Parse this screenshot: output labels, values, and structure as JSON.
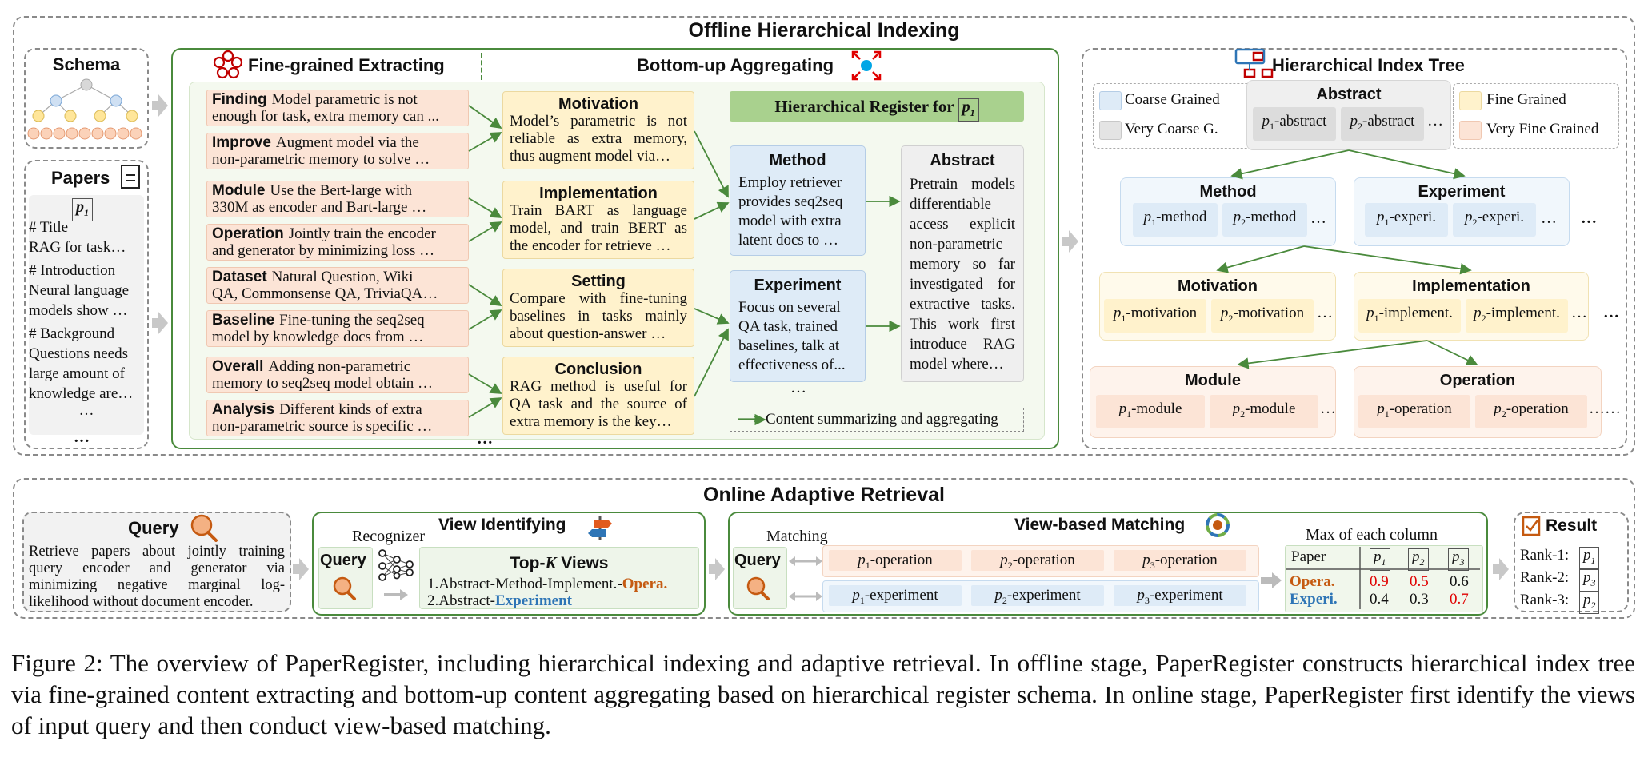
{
  "colors": {
    "green_border": "#4a8a3c",
    "pink": "#fce4d6",
    "yellow": "#fff2cc",
    "blue": "#deebf7",
    "gray": "#efefef",
    "opera": "#c55a11",
    "experi": "#2e75b6",
    "red": "#e00000"
  },
  "offline": {
    "title": "Offline Hierarchical Indexing",
    "schema_title": "Schema",
    "papers": {
      "title": "Papers",
      "paper_label": "p",
      "paper_sub": "1",
      "lines": [
        "# Title",
        "RAG for task…",
        "# Introduction",
        "Neural language",
        "models show …",
        "# Background",
        "Questions needs",
        "large amount of",
        "knowledge are…",
        "…"
      ],
      "dots": "…"
    },
    "extract": {
      "title": "Fine-grained Extracting",
      "rows": [
        {
          "label": "Finding",
          "text": "Model parametric is not",
          "text2": "enough for task, extra memory can ..."
        },
        {
          "label": "Improve",
          "text": "Augment model via the",
          "text2": "non-parametric memory to solve …"
        },
        {
          "label": "Module",
          "text": "Use the Bert-large with",
          "text2": "330M as encoder and Bart-large …"
        },
        {
          "label": "Operation",
          "text": "Jointly train the encoder",
          "text2": "and generator by minimizing loss …"
        },
        {
          "label": "Dataset",
          "text": "Natural Question, Wiki",
          "text2": "QA, Commonsense QA, TriviaQA…"
        },
        {
          "label": "Baseline",
          "text": "Fine-tuning the seq2seq",
          "text2": "model by knowledge docs from …"
        },
        {
          "label": "Overall",
          "text": "Adding non-parametric",
          "text2": "memory to seq2seq model obtain …"
        },
        {
          "label": "Analysis",
          "text": "Different kinds of extra",
          "text2": "non-parametric source is specific …"
        }
      ],
      "dots": "…"
    },
    "aggregate": {
      "title": "Bottom-up Aggregating",
      "mid": [
        {
          "title": "Motivation",
          "text": "Model’s parametric is not reliable as extra memory, thus augment model via…"
        },
        {
          "title": "Implementation",
          "text": "Train BART as language model, and train BERT as the encoder for retrieve …"
        },
        {
          "title": "Setting",
          "text": "Compare with fine-tuning baselines in tasks mainly about question-answer …"
        },
        {
          "title": "Conclusion",
          "text": "RAG method is useful for QA task and the source of extra memory is the key…"
        }
      ],
      "register_title": "Hierarchical Register for",
      "method": {
        "title": "Method",
        "text": "Employ retriever provides seq2seq model with extra latent docs to …"
      },
      "experiment": {
        "title": "Experiment",
        "text": "Focus on several QA task, trained baselines, talk at effectiveness of..."
      },
      "abstract": {
        "title": "Abstract",
        "text": "Pretrain models differentiable access explicit non-parametric memory so far investigated for extractive tasks. This work first introduce RAG model where…"
      },
      "legend": "Content summarizing and aggregating",
      "dots": "…"
    },
    "tree": {
      "title": "Hierarchical Index Tree",
      "legend": [
        {
          "label": "Coarse Grained",
          "color": "#deebf7"
        },
        {
          "label": "Very Coarse G.",
          "color": "#e4e4e4"
        },
        {
          "label": "Fine Grained",
          "color": "#fff2cc"
        },
        {
          "label": "Very Fine Grained",
          "color": "#fce4d6"
        }
      ],
      "abstract": {
        "title": "Abstract",
        "chips": [
          "-abstract",
          "-abstract"
        ]
      },
      "method": {
        "title": "Method",
        "chips": [
          "-method",
          "-method"
        ]
      },
      "experiment": {
        "title": "Experiment",
        "chips": [
          "-experi.",
          "-experi."
        ]
      },
      "motivation": {
        "title": "Motivation",
        "chips": [
          "-motivation",
          "-motivation"
        ]
      },
      "implementation": {
        "title": "Implementation",
        "chips": [
          "-implement.",
          "-implement."
        ]
      },
      "module": {
        "title": "Module",
        "chips": [
          "-module",
          "-module"
        ]
      },
      "operation": {
        "title": "Operation",
        "chips": [
          "-operation",
          "-operation"
        ]
      },
      "dots": "…",
      "bigdots": "…",
      "longdots": "……"
    }
  },
  "online": {
    "title": "Online Adaptive Retrieval",
    "query": {
      "title": "Query",
      "text": "Retrieve papers about jointly training query encoder and generator via minimizing negative marginal log-likelihood without document encoder."
    },
    "view": {
      "title": "View Identifying",
      "recognizer": "Recognizer",
      "query_label": "Query",
      "topk_title_pre": "Top-",
      "topk_k": "K",
      "topk_title_post": " Views",
      "line1_pre": "1.Abstract-Method-Implement.-",
      "line1_hl": "Opera.",
      "line2_pre": "2.Abstract-",
      "line2_hl": "Experiment"
    },
    "matching": {
      "title": "View-based Matching",
      "matching_label": "Matching",
      "query_label": "Query",
      "row1": [
        "-operation",
        "-operation",
        "-operation"
      ],
      "row2": [
        "-experiment",
        "-experiment",
        "-experiment"
      ],
      "max_label": "Max of each column",
      "table": {
        "header": [
          "Paper",
          "1",
          "2",
          "3"
        ],
        "rows": [
          {
            "label": "Opera.",
            "values": [
              "0.9",
              "0.5",
              "0.6"
            ]
          },
          {
            "label": "Experi.",
            "values": [
              "0.4",
              "0.3",
              "0.7"
            ]
          }
        ]
      }
    },
    "result": {
      "title": "Result",
      "ranks": [
        {
          "label": "Rank-1:",
          "p": "1"
        },
        {
          "label": "Rank-2:",
          "p": "3"
        },
        {
          "label": "Rank-3:",
          "p": "2"
        }
      ]
    }
  },
  "caption": "Figure 2: The overview of PaperRegister, including hierarchical indexing and adaptive retrieval. In offline stage, PaperRegister constructs hierarchical index tree via fine-grained content extracting and bottom-up content aggregating based on hierarchical register schema. In online stage, PaperRegister first identify the views of input query and then conduct view-based matching."
}
